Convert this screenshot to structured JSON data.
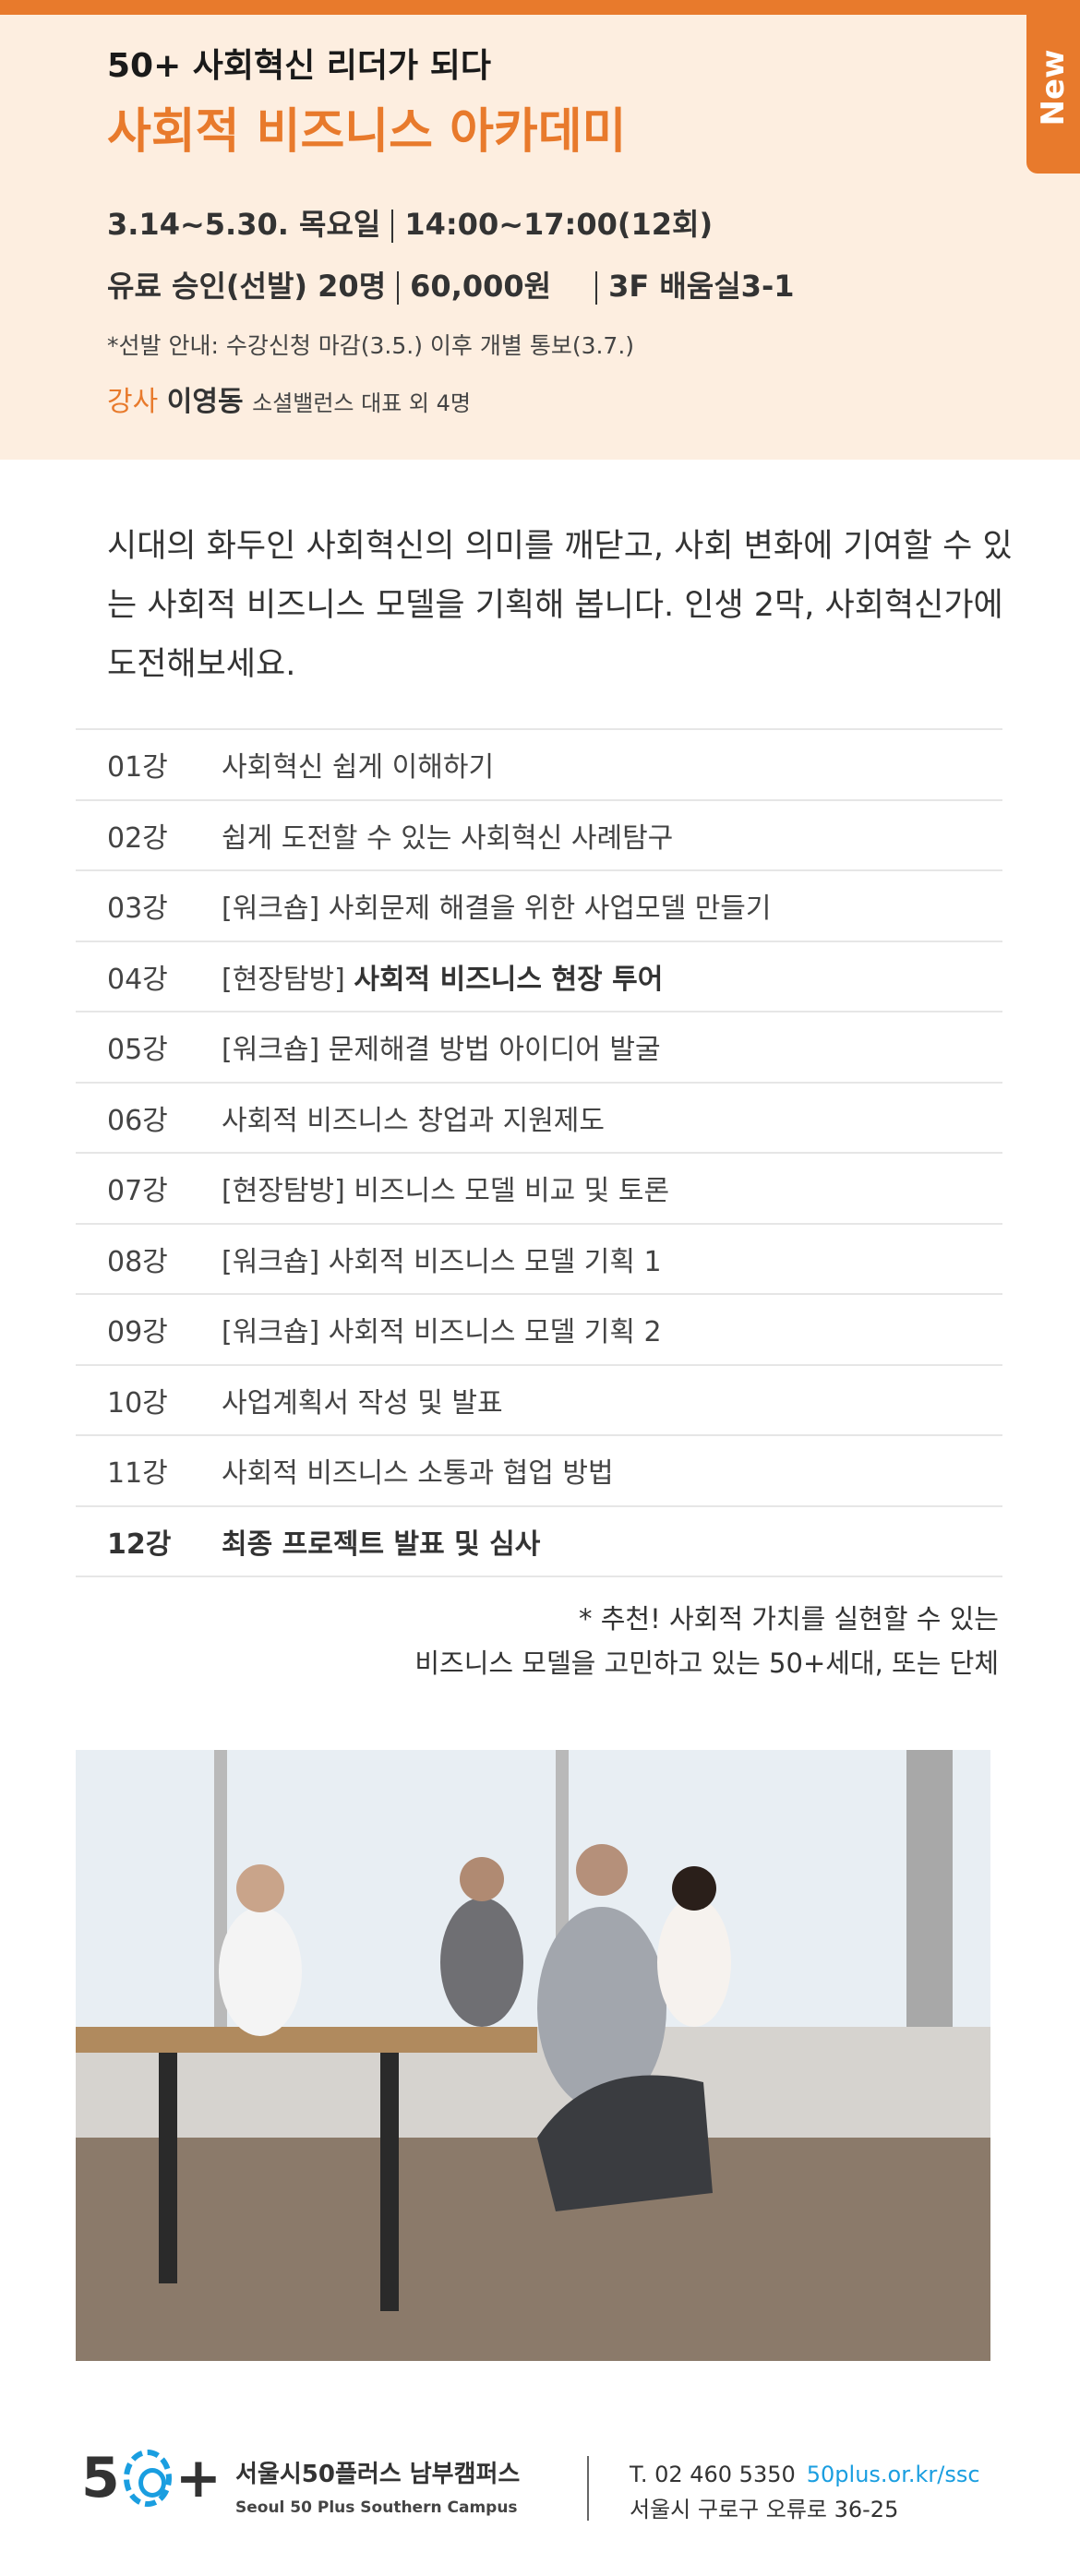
{
  "badge": "New",
  "header": {
    "subtitle": "50+ 사회혁신 리더가 되다",
    "title": "사회적 비즈니스 아카데미",
    "schedule_dates": "3.14~5.30. 목요일",
    "schedule_time": "14:00~17:00(12회)",
    "fee_type": "유료 승인(선발) 20명",
    "fee": "60,000원",
    "room": "3F 배움실3-1",
    "note": "*선발 안내: 수강신청 마감(3.5.) 이후 개별 통보(3.7.)",
    "lecturer_label": "강사",
    "lecturer_name": "이영동",
    "lecturer_desc": "소셜밸런스 대표 외 4명"
  },
  "intro": "시대의 화두인 사회혁신의 의미를 깨닫고, 사회 변화에 기여할 수 있는 사회적 비즈니스 모델을 기획해 봅니다. 인생 2막, 사회혁신가에 도전해보세요.",
  "sessions": [
    {
      "no": "01강",
      "title": "사회혁신 쉽게 이해하기"
    },
    {
      "no": "02강",
      "title": "쉽게 도전할 수 있는 사회혁신 사례탐구"
    },
    {
      "no": "03강",
      "title": "[워크숍] 사회문제 해결을 위한 사업모델 만들기"
    },
    {
      "no": "04강",
      "prefix": "[현장탐방] ",
      "title": "사회적 비즈니스 현장 투어"
    },
    {
      "no": "05강",
      "title": "[워크숍] 문제해결 방법 아이디어 발굴"
    },
    {
      "no": "06강",
      "title": "사회적 비즈니스 창업과 지원제도"
    },
    {
      "no": "07강",
      "title": "[현장탐방] 비즈니스 모델 비교 및 토론"
    },
    {
      "no": "08강",
      "title": "[워크숍] 사회적 비즈니스 모델 기획 1"
    },
    {
      "no": "09강",
      "title": "[워크숍] 사회적 비즈니스 모델 기획 2"
    },
    {
      "no": "10강",
      "title": "사업계획서 작성 및 발표"
    },
    {
      "no": "11강",
      "title": "사회적 비즈니스 소통과 협업 방법"
    },
    {
      "no": "12강",
      "title": "최종 프로젝트 발표 및 심사"
    }
  ],
  "recommend": {
    "line1": "* 추천! 사회적 가치를 실현할 수 있는",
    "line2": "비즈니스 모델을 고민하고 있는 50+세대, 또는 단체"
  },
  "footer": {
    "logo_5": "5",
    "logo_plus": "+",
    "org_ko": "서울시50플러스 남부캠퍼스",
    "org_en": "Seoul 50 Plus Southern Campus",
    "phone": "T. 02 460 5350",
    "url": "50plus.or.kr/ssc",
    "address": "서울시 구로구 오류로 36-25"
  },
  "colors": {
    "accent": "#e87a2c",
    "header_bg": "#fdeee0",
    "link": "#1a9ee0"
  }
}
